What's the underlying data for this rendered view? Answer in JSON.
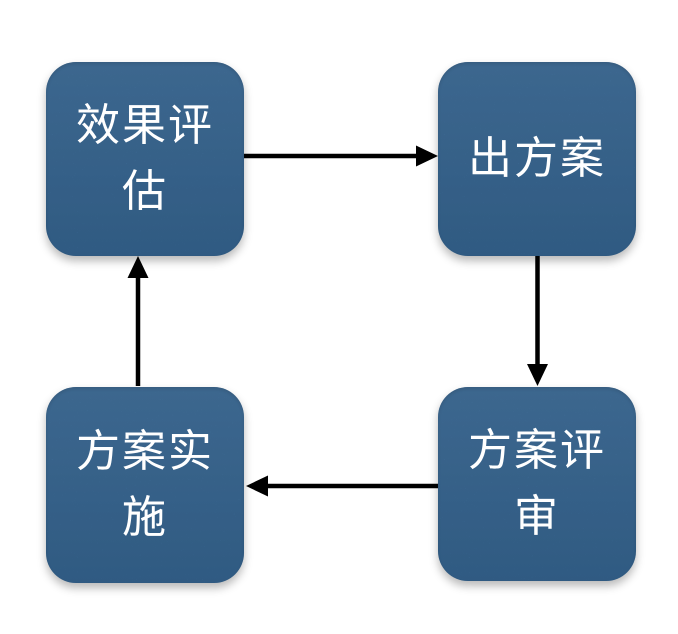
{
  "diagram": {
    "colors": {
      "background": "#ffffff",
      "node_fill": "#3d73a5",
      "node_text": "#ffffff",
      "arrow": "#000000"
    },
    "nodes": [
      {
        "id": "effect-evaluation",
        "label": "效果评估"
      },
      {
        "id": "produce-plan",
        "label": "出方案"
      },
      {
        "id": "plan-review",
        "label": "方案评审"
      },
      {
        "id": "plan-implementation",
        "label": "方案实施"
      }
    ],
    "edges": [
      {
        "from": "effect-evaluation",
        "to": "produce-plan",
        "direction": "right"
      },
      {
        "from": "produce-plan",
        "to": "plan-review",
        "direction": "down"
      },
      {
        "from": "plan-review",
        "to": "plan-implementation",
        "direction": "left"
      },
      {
        "from": "plan-implementation",
        "to": "effect-evaluation",
        "direction": "up"
      }
    ]
  }
}
